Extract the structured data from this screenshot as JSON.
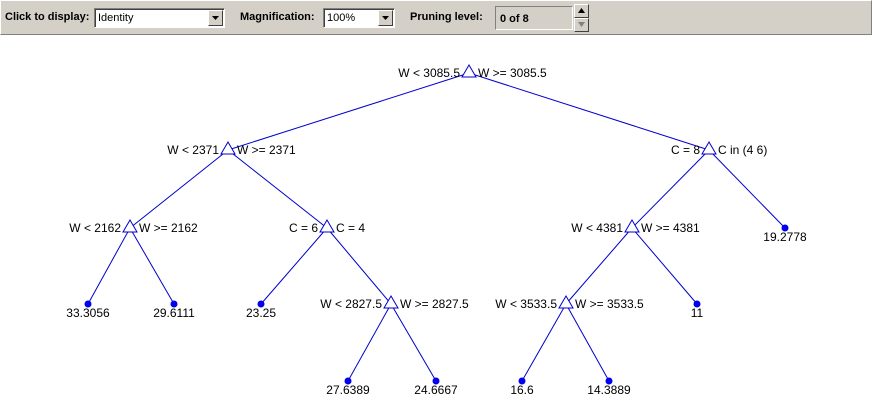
{
  "toolbar": {
    "display_label": "Click to display:",
    "display_value": "Identity",
    "magnification_label": "Magnification:",
    "magnification_value": "100%",
    "pruning_label": "Pruning level:",
    "pruning_value": "0 of 8"
  },
  "tree": {
    "colors": {
      "edge": "#0000cc",
      "node": "#0000cc",
      "leaf": "#0000ee",
      "text": "#000000"
    },
    "branch_nodes": [
      {
        "id": "n1",
        "left": "W < 3085.5",
        "right": "W >= 3085.5"
      },
      {
        "id": "n2",
        "left": "W < 2371",
        "right": "W >= 2371"
      },
      {
        "id": "n3",
        "left": "C = 8",
        "right": "C in (4 6)"
      },
      {
        "id": "n4",
        "left": "W < 2162",
        "right": "W >= 2162"
      },
      {
        "id": "n5",
        "left": "C = 6",
        "right": "C = 4"
      },
      {
        "id": "n6",
        "left": "W < 4381",
        "right": "W >= 4381"
      },
      {
        "id": "n7",
        "left": "W < 2827.5",
        "right": "W >= 2827.5"
      },
      {
        "id": "n8",
        "left": "W < 3533.5",
        "right": "W >= 3533.5"
      }
    ],
    "leaves": [
      {
        "id": "l1",
        "value": "33.3056"
      },
      {
        "id": "l2",
        "value": "29.6111"
      },
      {
        "id": "l3",
        "value": "23.25"
      },
      {
        "id": "l4",
        "value": "27.6389"
      },
      {
        "id": "l5",
        "value": "24.6667"
      },
      {
        "id": "l6",
        "value": "16.6"
      },
      {
        "id": "l7",
        "value": "14.3889"
      },
      {
        "id": "l8",
        "value": "11"
      },
      {
        "id": "l9",
        "value": "19.2778"
      }
    ]
  }
}
